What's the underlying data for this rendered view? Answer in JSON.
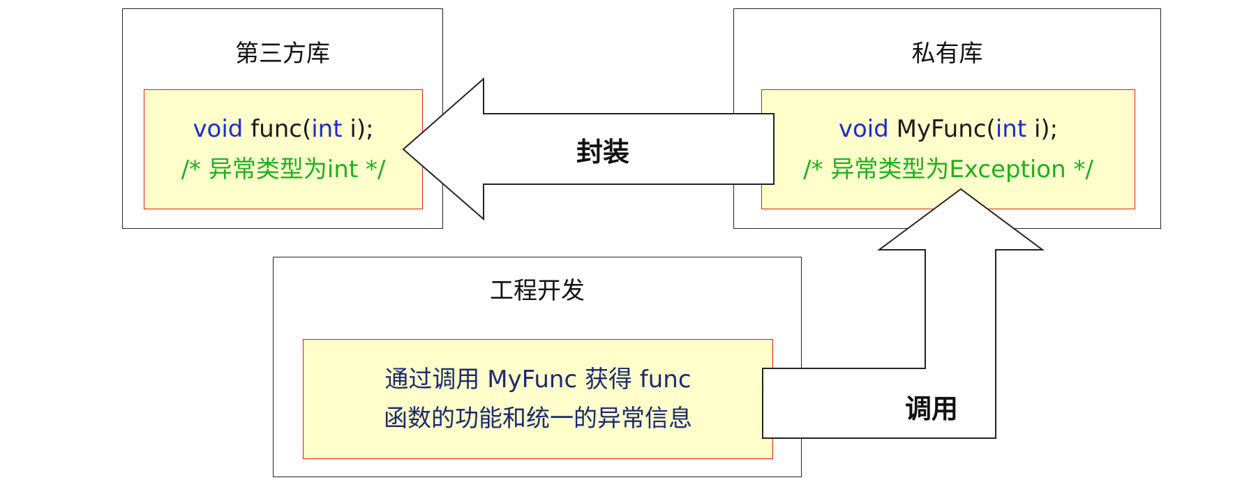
{
  "third_party": {
    "title": "第三方库",
    "code": {
      "kw_void": "void",
      "fn_name": " func(",
      "kw_int": "int",
      "tail": " i);",
      "comment": "/* 异常类型为int */"
    }
  },
  "private_lib": {
    "title": "私有库",
    "code": {
      "kw_void": "void",
      "fn_name": " MyFunc(",
      "kw_int": "int",
      "tail": " i);",
      "comment": "/* 异常类型为Exception */"
    }
  },
  "project": {
    "title": "工程开发",
    "line1": "通过调用 MyFunc 获得 func",
    "line2": "函数的功能和统一的异常信息"
  },
  "arrows": {
    "wrap_label": "封装",
    "call_label": "调用"
  },
  "colors": {
    "keyword": "#1c2bd0",
    "comment": "#1fb01f",
    "inner_fill": "#ffffcc",
    "inner_border": "#e01818"
  }
}
